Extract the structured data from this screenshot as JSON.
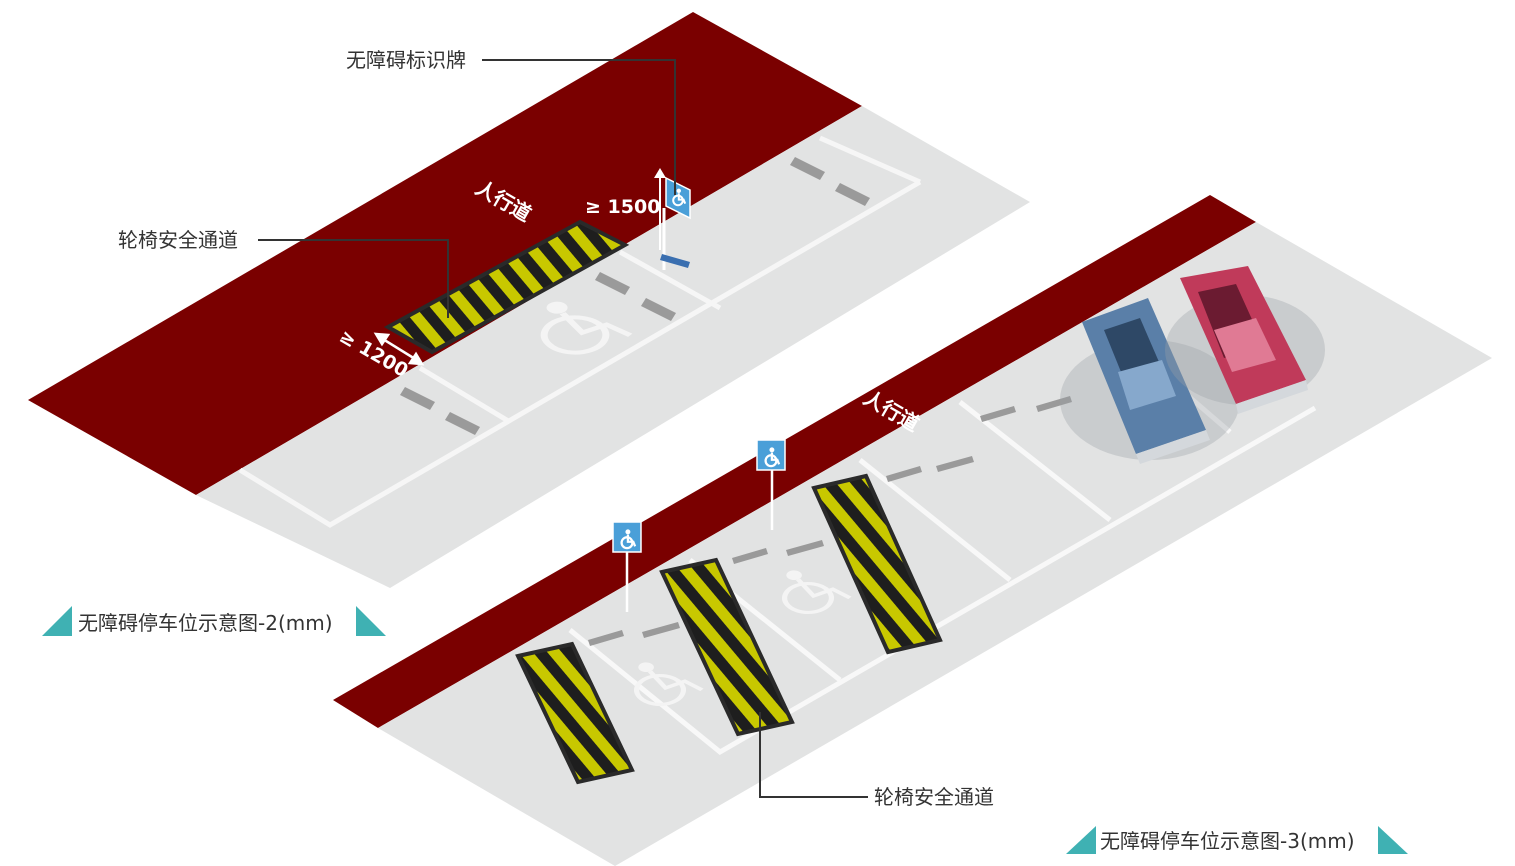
{
  "diagram2": {
    "label_sign": "无障碍标识牌",
    "label_corridor": "轮椅安全通道",
    "label_sidewalk": "人行道",
    "dim_width": "≥ 1200",
    "dim_height": "≥ 1500",
    "caption": "无障碍停车位示意图-2(mm)"
  },
  "diagram3": {
    "label_sidewalk": "人行道",
    "label_corridor": "轮椅安全通道",
    "caption": "无障碍停车位示意图-3(mm)"
  },
  "colors": {
    "sidewalk": "#7a0000",
    "pavement": "#e2e3e3",
    "hatch_yellow": "#c8c800",
    "hatch_black": "#1e1e1e",
    "sign_blue": "#4a9fd8",
    "caption_teal": "#3fb1b3",
    "car_blue": "#5a7fa8",
    "car_pink": "#c03a5a"
  },
  "icons": {
    "sign": "wheelchair-icon",
    "pictogram": "wheelchair-icon",
    "caption_marker": "triangle-icon"
  }
}
